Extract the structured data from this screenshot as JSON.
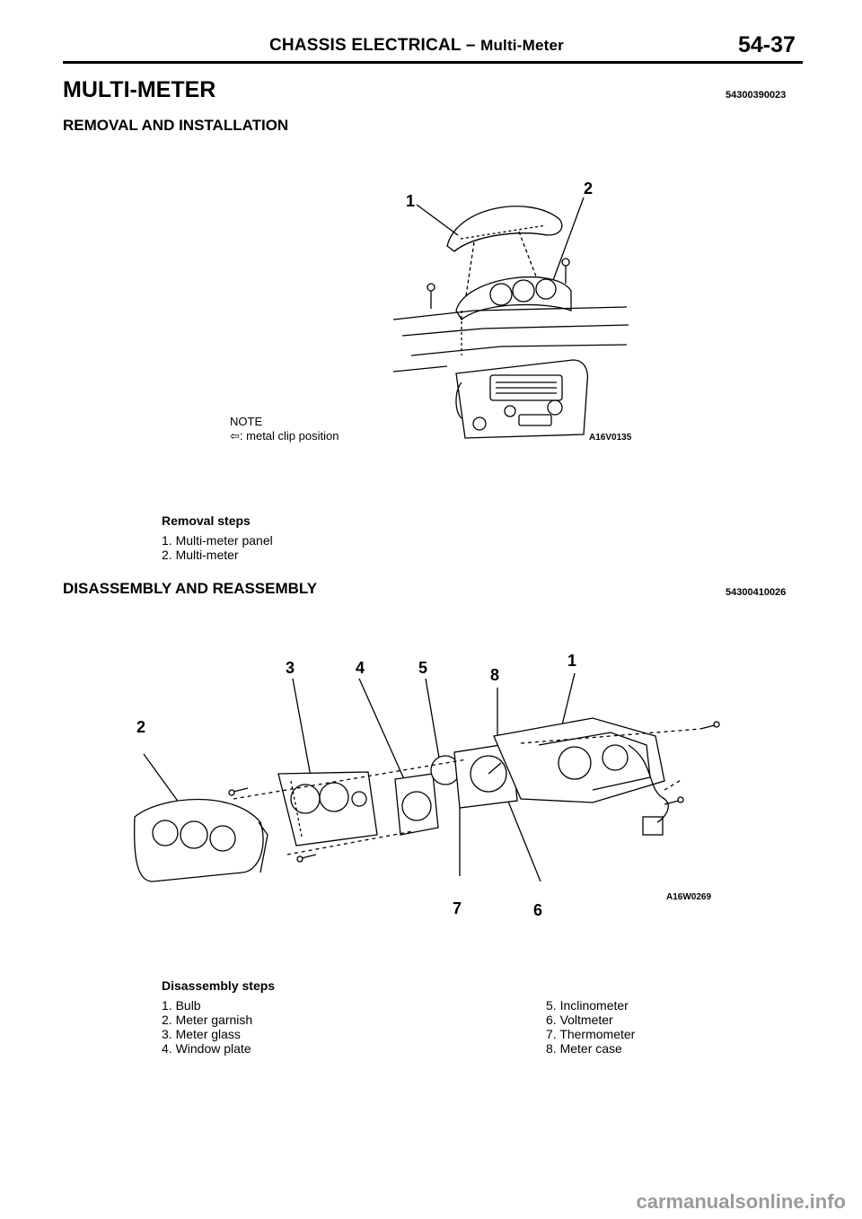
{
  "header": {
    "section": "CHASSIS ELECTRICAL",
    "dash": "–",
    "subsection": "Multi-Meter",
    "page_number": "54-37"
  },
  "title": "MULTI-METER",
  "title_code": "54300390023",
  "removal": {
    "heading": "REMOVAL AND INSTALLATION",
    "figure": {
      "callouts": [
        "1",
        "2"
      ],
      "note_title": "NOTE",
      "note_text": ": metal clip position",
      "figure_id": "A16V0135"
    },
    "steps_title": "Removal steps",
    "steps": [
      "1. Multi-meter panel",
      "2. Multi-meter"
    ]
  },
  "disassembly": {
    "heading": "DISASSEMBLY AND REASSEMBLY",
    "code": "54300410026",
    "figure": {
      "callouts": [
        "3",
        "4",
        "5",
        "8",
        "1",
        "2",
        "7",
        "6"
      ],
      "figure_id": "A16W0269"
    },
    "steps_title": "Disassembly steps",
    "steps_left": [
      "1. Bulb",
      "2. Meter garnish",
      "3. Meter glass",
      "4. Window plate"
    ],
    "steps_right": [
      "5. Inclinometer",
      "6. Voltmeter",
      "7. Thermometer",
      "8. Meter case"
    ]
  },
  "watermark": "carmanualsonline.info"
}
